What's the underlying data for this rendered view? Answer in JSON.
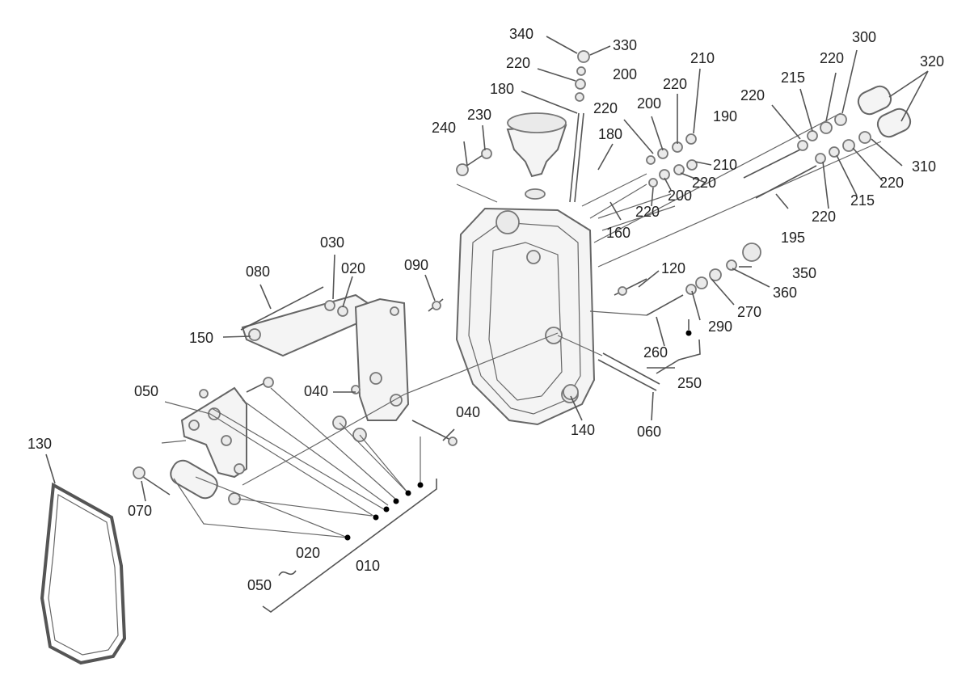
{
  "diagram": {
    "labels": [
      {
        "id": "l340",
        "text": "340"
      },
      {
        "id": "l330",
        "text": "330"
      },
      {
        "id": "l220a",
        "text": "220"
      },
      {
        "id": "l200a",
        "text": "200"
      },
      {
        "id": "l180a",
        "text": "180"
      },
      {
        "id": "l220b",
        "text": "220"
      },
      {
        "id": "l210a",
        "text": "210"
      },
      {
        "id": "l220c",
        "text": "220"
      },
      {
        "id": "l200b",
        "text": "200"
      },
      {
        "id": "l300",
        "text": "300"
      },
      {
        "id": "l220d",
        "text": "220"
      },
      {
        "id": "l320",
        "text": "320"
      },
      {
        "id": "l215a",
        "text": "215"
      },
      {
        "id": "l220e",
        "text": "220"
      },
      {
        "id": "l190",
        "text": "190"
      },
      {
        "id": "l240",
        "text": "240"
      },
      {
        "id": "l230",
        "text": "230"
      },
      {
        "id": "l180b",
        "text": "180"
      },
      {
        "id": "l210b",
        "text": "210"
      },
      {
        "id": "l220f",
        "text": "220"
      },
      {
        "id": "l200c",
        "text": "200"
      },
      {
        "id": "l310",
        "text": "310"
      },
      {
        "id": "l220g",
        "text": "220"
      },
      {
        "id": "l215b",
        "text": "215"
      },
      {
        "id": "l220h",
        "text": "220"
      },
      {
        "id": "l220i",
        "text": "220"
      },
      {
        "id": "l160",
        "text": "160"
      },
      {
        "id": "l195",
        "text": "195"
      },
      {
        "id": "l030",
        "text": "030"
      },
      {
        "id": "l080",
        "text": "080"
      },
      {
        "id": "l020a",
        "text": "020"
      },
      {
        "id": "l090",
        "text": "090"
      },
      {
        "id": "l120",
        "text": "120"
      },
      {
        "id": "l350",
        "text": "350"
      },
      {
        "id": "l360",
        "text": "360"
      },
      {
        "id": "l150",
        "text": "150"
      },
      {
        "id": "l270",
        "text": "270"
      },
      {
        "id": "l290",
        "text": "290"
      },
      {
        "id": "l260",
        "text": "260"
      },
      {
        "id": "l250",
        "text": "250"
      },
      {
        "id": "l040a",
        "text": "040"
      },
      {
        "id": "l050a",
        "text": "050"
      },
      {
        "id": "l040b",
        "text": "040"
      },
      {
        "id": "l140",
        "text": "140"
      },
      {
        "id": "l060",
        "text": "060"
      },
      {
        "id": "l130",
        "text": "130"
      },
      {
        "id": "l070",
        "text": "070"
      },
      {
        "id": "l020b",
        "text": "020"
      },
      {
        "id": "l010",
        "text": "010"
      },
      {
        "id": "l050b",
        "text": "050"
      }
    ]
  }
}
